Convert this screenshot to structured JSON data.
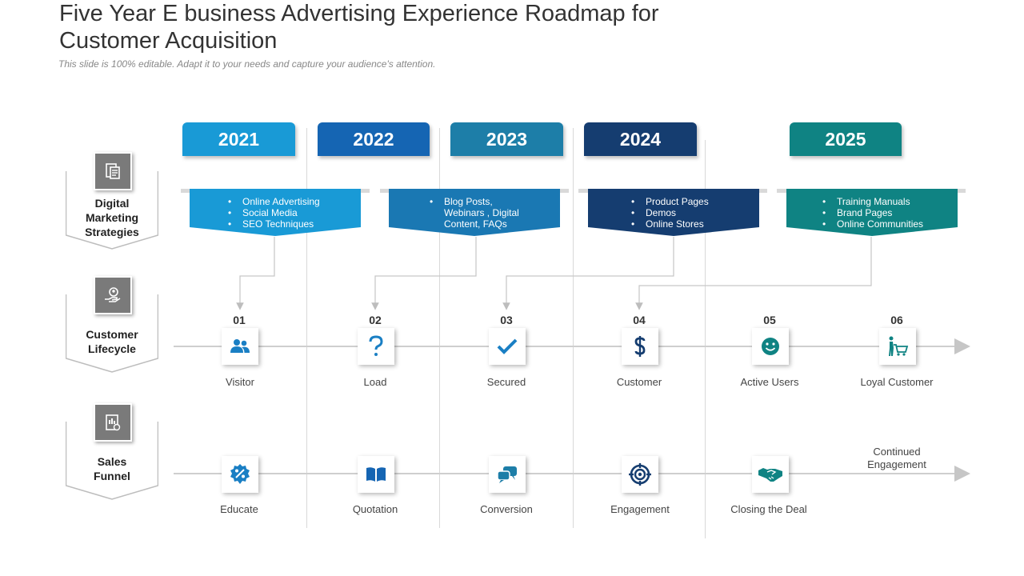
{
  "title": "Five Year E business Advertising Experience Roadmap for Customer Acquisition",
  "subtitle": "This slide is 100% editable. Adapt it to your needs and capture your audience's attention.",
  "colors": {
    "c2021": "#199ad6",
    "c2022": "#1565b3",
    "c2023": "#1d7ea8",
    "c2024": "#153d70",
    "c2025": "#0f8383",
    "icon_blue": "#1a7fc4",
    "gray": "#7a7a7a"
  },
  "years": [
    "2021",
    "2022",
    "2023",
    "2024",
    "2025"
  ],
  "row_labels": {
    "digital": [
      "Digital",
      "Marketing",
      "Strategies"
    ],
    "lifecycle": [
      "Customer",
      "Lifecycle"
    ],
    "funnel": [
      "Sales",
      "Funnel"
    ]
  },
  "banners": [
    [
      "Online Advertising",
      "Social Media",
      "SEO Techniques"
    ],
    [
      "Blog Posts,",
      "Webinars , Digital",
      "Content, FAQs"
    ],
    [
      "Product Pages",
      "Demos",
      "Online Stores"
    ],
    [
      "Training Manuals",
      "Brand Pages",
      "Online Communities"
    ]
  ],
  "lifecycle": [
    {
      "num": "01",
      "label": "Visitor",
      "icon": "users-icon"
    },
    {
      "num": "02",
      "label": "Load",
      "icon": "question-icon"
    },
    {
      "num": "03",
      "label": "Secured",
      "icon": "checkmark-icon"
    },
    {
      "num": "04",
      "label": "Customer",
      "icon": "dollar-icon"
    },
    {
      "num": "05",
      "label": "Active Users",
      "icon": "smiley-icon"
    },
    {
      "num": "06",
      "label": "Loyal Customer",
      "icon": "shopping-cart-person-icon"
    }
  ],
  "funnel": [
    {
      "label": "Educate",
      "icon": "percent-badge-icon"
    },
    {
      "label": "Quotation",
      "icon": "book-icon"
    },
    {
      "label": "Conversion",
      "icon": "chat-bubbles-icon"
    },
    {
      "label": "Engagement",
      "icon": "target-icon"
    },
    {
      "label": "Closing the Deal",
      "icon": "handshake-icon"
    }
  ],
  "funnel_end": [
    "Continued",
    "Engagement"
  ]
}
